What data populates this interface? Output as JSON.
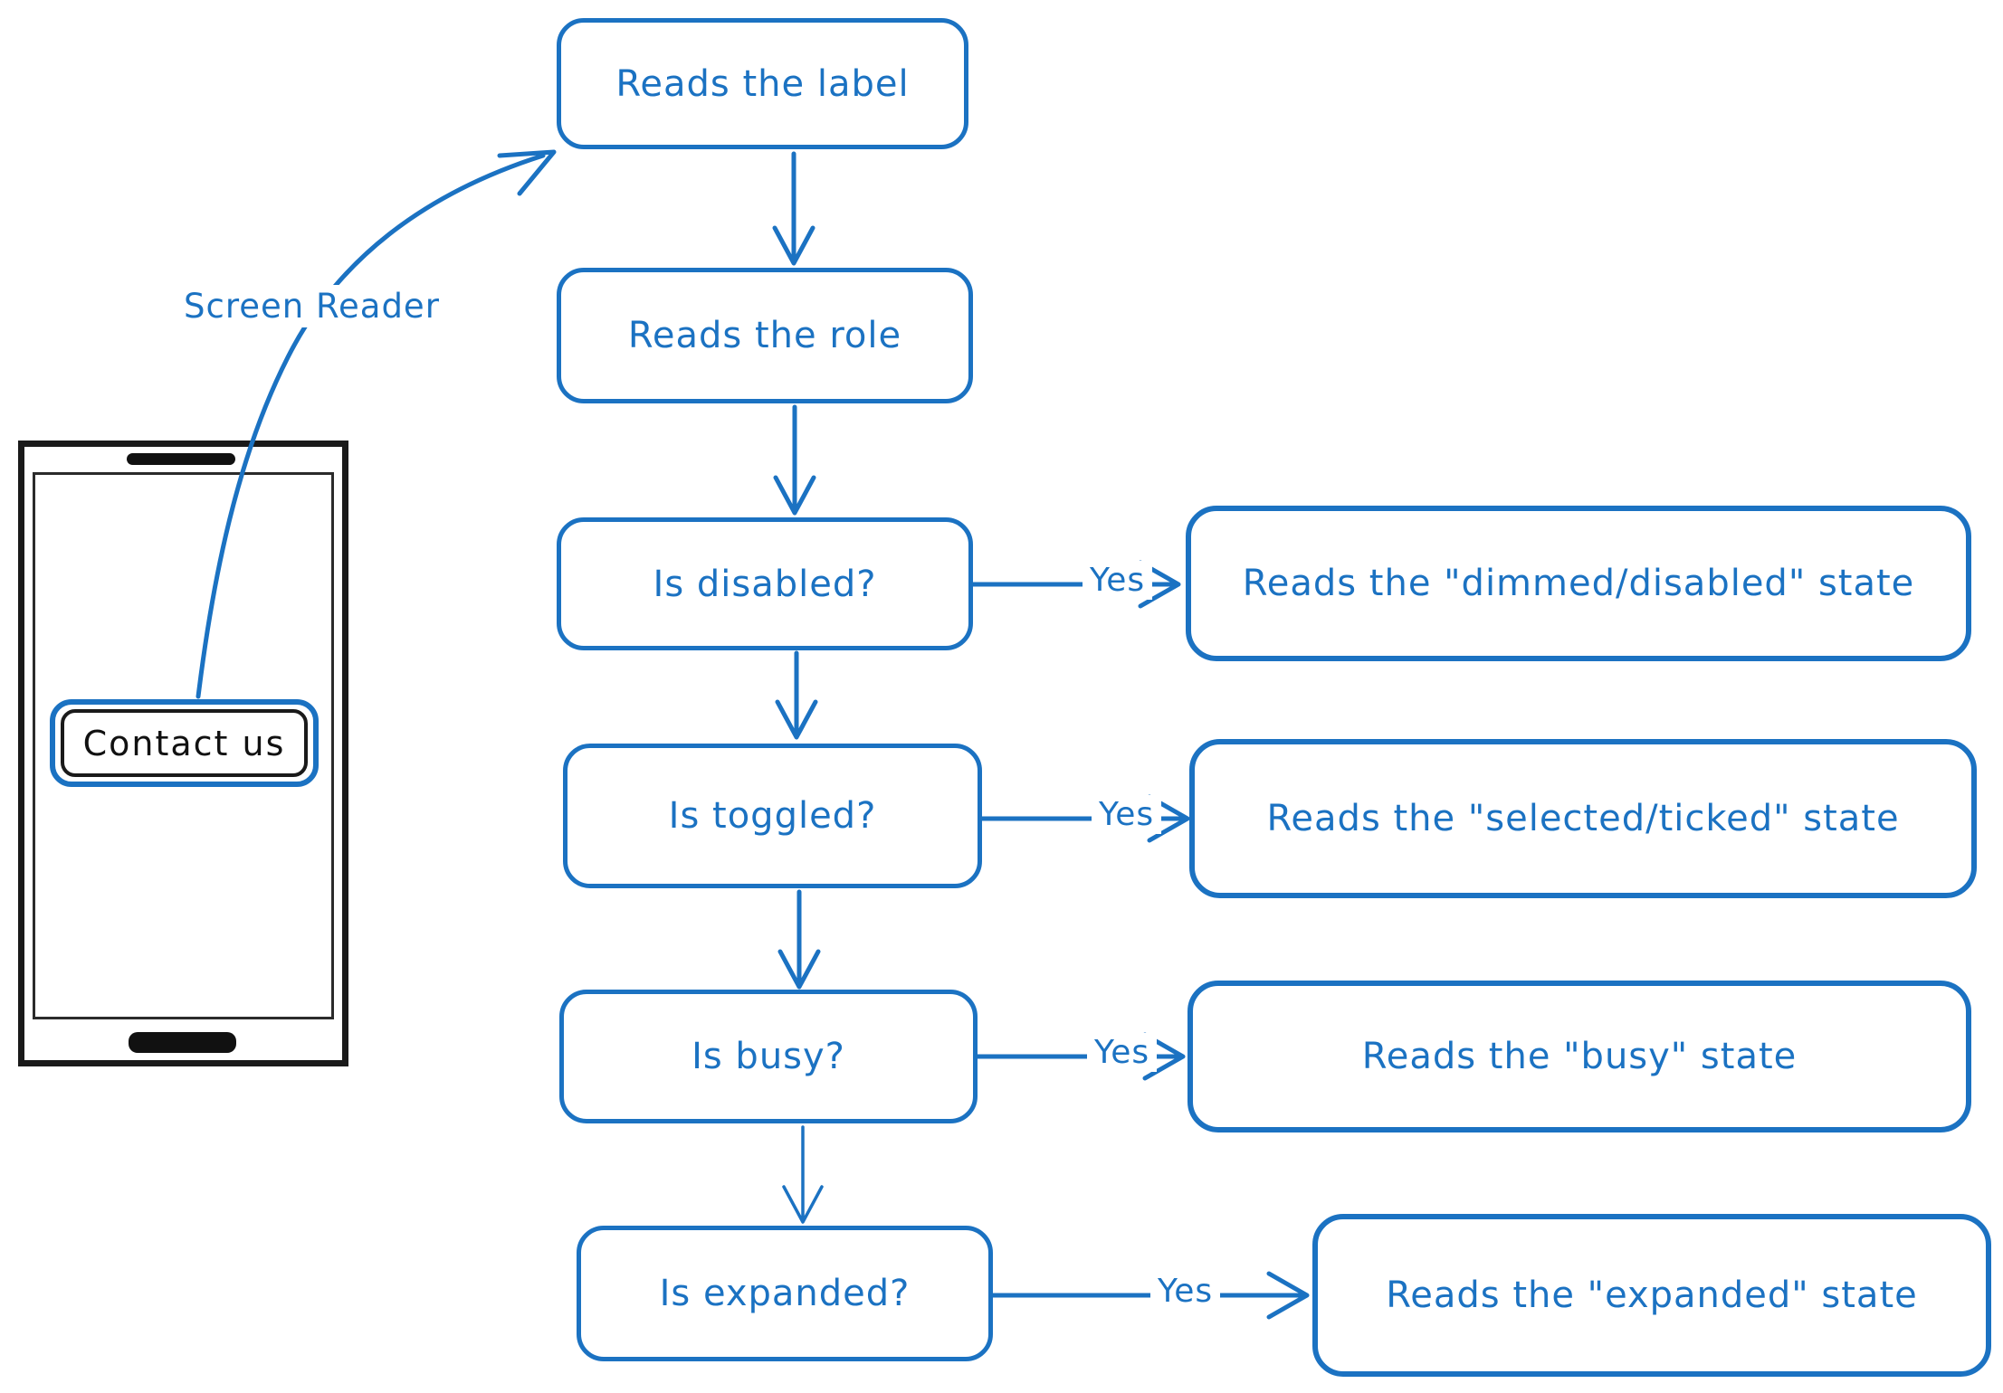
{
  "colors": {
    "accent": "#1b72c2",
    "ink": "#1a1a1a"
  },
  "annotation": {
    "label": "Screen Reader"
  },
  "phone": {
    "button_label": "Contact us"
  },
  "flow": {
    "steps": [
      {
        "label": "Reads the label"
      },
      {
        "label": "Reads the role"
      },
      {
        "label": "Is disabled?",
        "yes": "Yes",
        "result": "Reads the \"dimmed/disabled\" state"
      },
      {
        "label": "Is toggled?",
        "yes": "Yes",
        "result": "Reads the \"selected/ticked\" state"
      },
      {
        "label": "Is busy?",
        "yes": "Yes",
        "result": "Reads the \"busy\" state"
      },
      {
        "label": "Is expanded?",
        "yes": "Yes",
        "result": "Reads the \"expanded\" state"
      }
    ]
  }
}
